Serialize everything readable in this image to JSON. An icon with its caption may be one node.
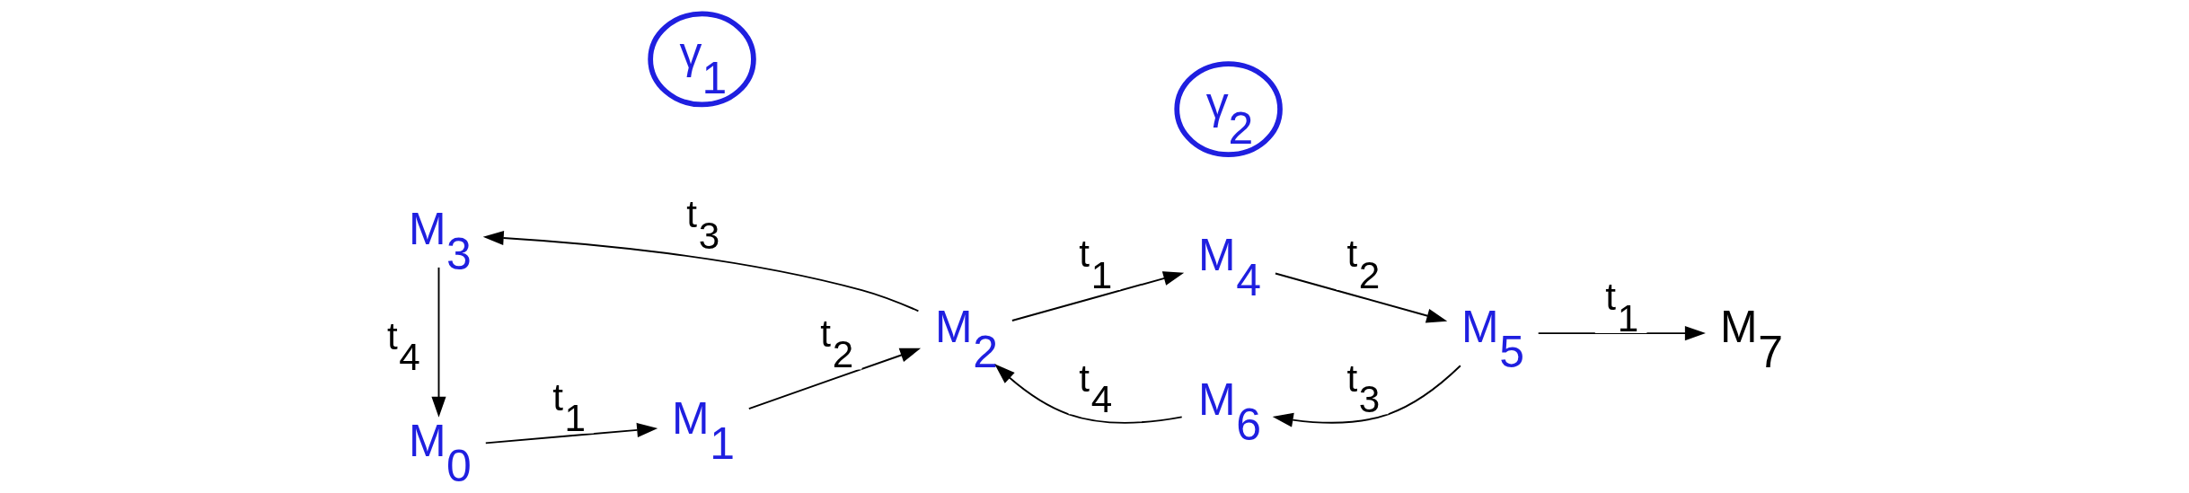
{
  "diagram": {
    "nodes": [
      {
        "text": [
          "M$_{0}$"
        ]
      },
      {
        "text": [
          "M$_{1}$"
        ]
      },
      {
        "text": [
          "M$_{2}$"
        ]
      },
      {
        "text": [
          "M$_{6}$"
        ]
      },
      {
        "text": [
          "γ$_{1}$"
        ]
      },
      {
        "text": [
          "γ$_{2}$"
        ]
      },
      {
        "text": [
          "M$_{3}$"
        ]
      },
      {
        "text": [
          "M$_{4}$"
        ]
      },
      {
        "text": [
          "M$_{5}$"
        ]
      },
      {
        "text": [
          "M$_{7}$"
        ]
      }
    ],
    "edges": [
      {
        "from": 0,
        "to": 1,
        "arrow": "to",
        "label": "t$_{1}$"
      },
      {
        "from": 1,
        "to": 2,
        "arrow": "to",
        "label": "t$_{2}$"
      },
      {
        "from": 3,
        "to": 2,
        "arrow": "to",
        "label": "t$_{4}$"
      },
      {
        "from": 6,
        "to": 0,
        "arrow": "to",
        "label": "t$_{4}$"
      },
      {
        "from": 2,
        "to": 6,
        "arrow": "to",
        "label": "t$_{3}$"
      },
      {
        "from": 2,
        "to": 7,
        "arrow": "to",
        "label": "t$_{1}$"
      },
      {
        "from": 8,
        "to": 3,
        "arrow": "to",
        "label": "t$_{3}$"
      },
      {
        "from": 7,
        "to": 8,
        "arrow": "to",
        "label": "t$_{2}$"
      },
      {
        "from": 8,
        "to": 9,
        "arrow": "to",
        "label": "t$_{1}$"
      }
    ]
  }
}
